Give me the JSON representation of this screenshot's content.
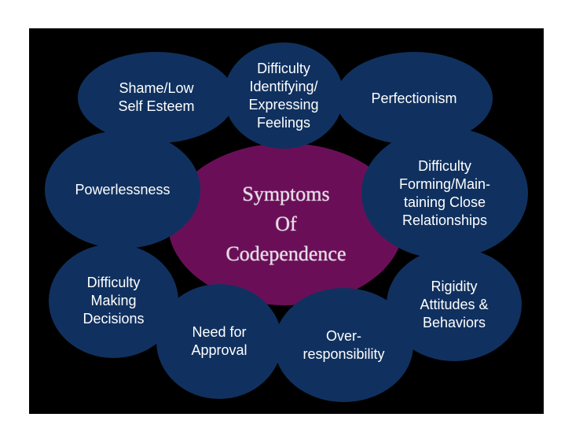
{
  "diagram": {
    "title": "Symptoms\nOf\nCodependence",
    "symptoms": {
      "shame": "Shame/Low\nSelf Esteem",
      "feelings": "Difficulty\nIdentifying/\nExpressing\nFeelings",
      "perfectionism": "Perfectionism",
      "powerlessness": "Powerlessness",
      "relationships": "Difficulty\nForming/Main-\ntaining Close\nRelationships",
      "decisions": "Difficulty\nMaking\nDecisions",
      "rigidity": "Rigidity\nAttitudes &\nBehaviors",
      "approval": "Need for\nApproval",
      "overresponsibility": "Over-\nresponsibility"
    },
    "colors": {
      "background": "#000000",
      "outer_ellipse": "#10315f",
      "center_ellipse": "#6a0f57"
    }
  }
}
